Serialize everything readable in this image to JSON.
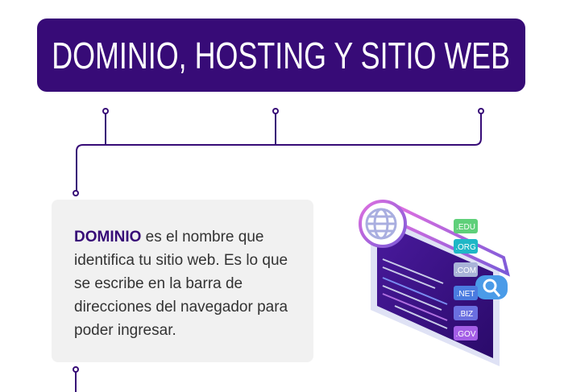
{
  "header": {
    "title": "DOMINIO, HOSTING Y SITIO WEB"
  },
  "card": {
    "term": "DOMINIO",
    "text": " es el nombre que identifica tu sitio web. Es lo que se escribe en la barra de direcciones del navegador para poder ingresar."
  },
  "illustration": {
    "icons": [
      "globe-icon",
      "search-icon"
    ],
    "tlds": [
      ".EDU",
      ".ORG",
      ".COM",
      ".NET",
      ".BIZ",
      ".GOV"
    ],
    "tld_colors": [
      "#5fd07a",
      "#1fb7c6",
      "#a9b3d8",
      "#4a7be0",
      "#6a6fe0",
      "#a45ee6"
    ]
  },
  "colors": {
    "primary": "#370b77",
    "card_bg": "#f1f1f1"
  }
}
